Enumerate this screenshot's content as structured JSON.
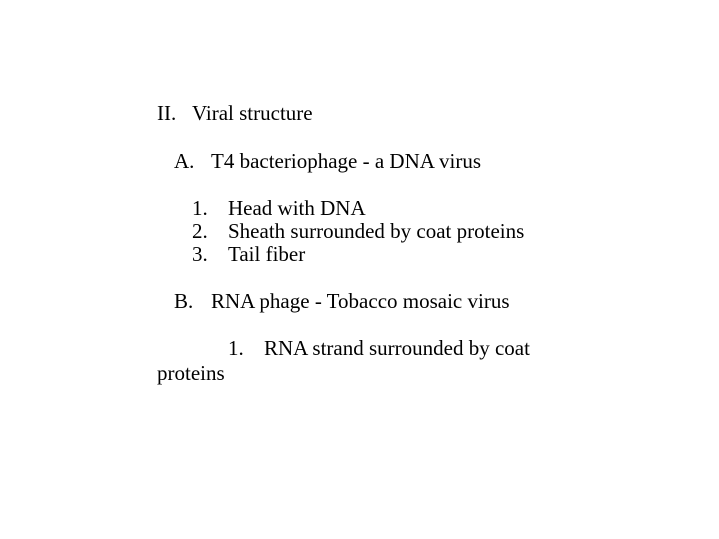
{
  "outline": {
    "section": {
      "marker": "II.",
      "title": "Viral structure"
    },
    "subsections": [
      {
        "marker": "A.",
        "title": "T4 bacteriophage - a DNA virus",
        "items": [
          {
            "marker": "1.",
            "text": "Head with DNA"
          },
          {
            "marker": "2.",
            "text": "Sheath surrounded by coat proteins"
          },
          {
            "marker": "3.",
            "text": "Tail fiber"
          }
        ]
      },
      {
        "marker": "B.",
        "title": "RNA phage - Tobacco mosaic virus",
        "items": [
          {
            "marker": "1.",
            "text": "RNA strand surrounded by coat",
            "continuation": "proteins"
          }
        ]
      }
    ]
  }
}
